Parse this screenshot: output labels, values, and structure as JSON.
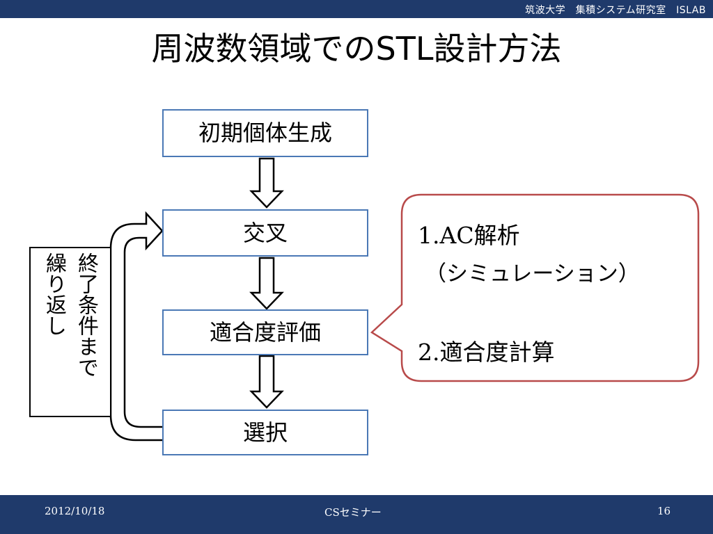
{
  "header": {
    "university_lab": "筑波大学　集積システム研究室　ISLAB"
  },
  "slide": {
    "title": "周波数領域でのSTL設計方法",
    "flow": {
      "step1": "初期個体生成",
      "step2": "交叉",
      "step3": "適合度評価",
      "step4": "選択"
    },
    "loop_label": {
      "col1": "終了条件まで",
      "col2": "繰り返し"
    },
    "callout": {
      "line1": "1.AC解析",
      "line2": "（シミュレーション）",
      "line3": "2.適合度計算"
    }
  },
  "footer": {
    "date": "2012/10/18",
    "title": "CSセミナー",
    "page": "16"
  },
  "colors": {
    "bar": "#1f3a6b",
    "box_border": "#4a78b5",
    "callout_border": "#b84a4a"
  }
}
